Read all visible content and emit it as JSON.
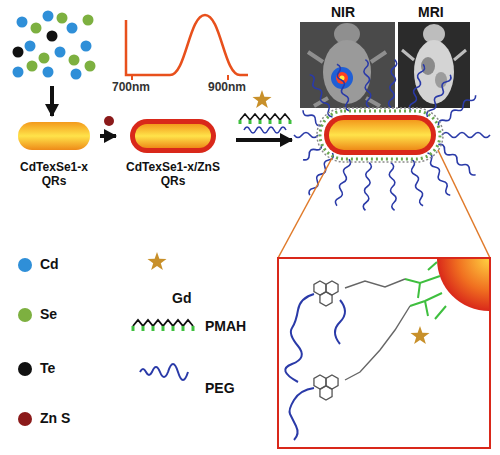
{
  "diagram": {
    "nodes": [
      {
        "text": [
          "CdTexSe1-x QRs"
        ]
      },
      {
        "text": [
          "CdTexSe1-x/ZnS QRs"
        ]
      }
    ],
    "edges": [
      {
        "from": 0,
        "to": 1,
        "arrow": "to"
      }
    ],
    "labels": [
      "700nm",
      "900nm",
      "NIR",
      "MRI"
    ],
    "legend": [
      {
        "text": "Cd",
        "color": "#2f8fd8"
      },
      {
        "text": "Se",
        "color": "#7db040"
      },
      {
        "text": "Te",
        "color": "#111111"
      },
      {
        "text": "Zn S",
        "color": "#8b1a1a"
      },
      {
        "text": "Gd"
      },
      {
        "text": "PMAH"
      },
      {
        "text": "PEG"
      }
    ]
  }
}
